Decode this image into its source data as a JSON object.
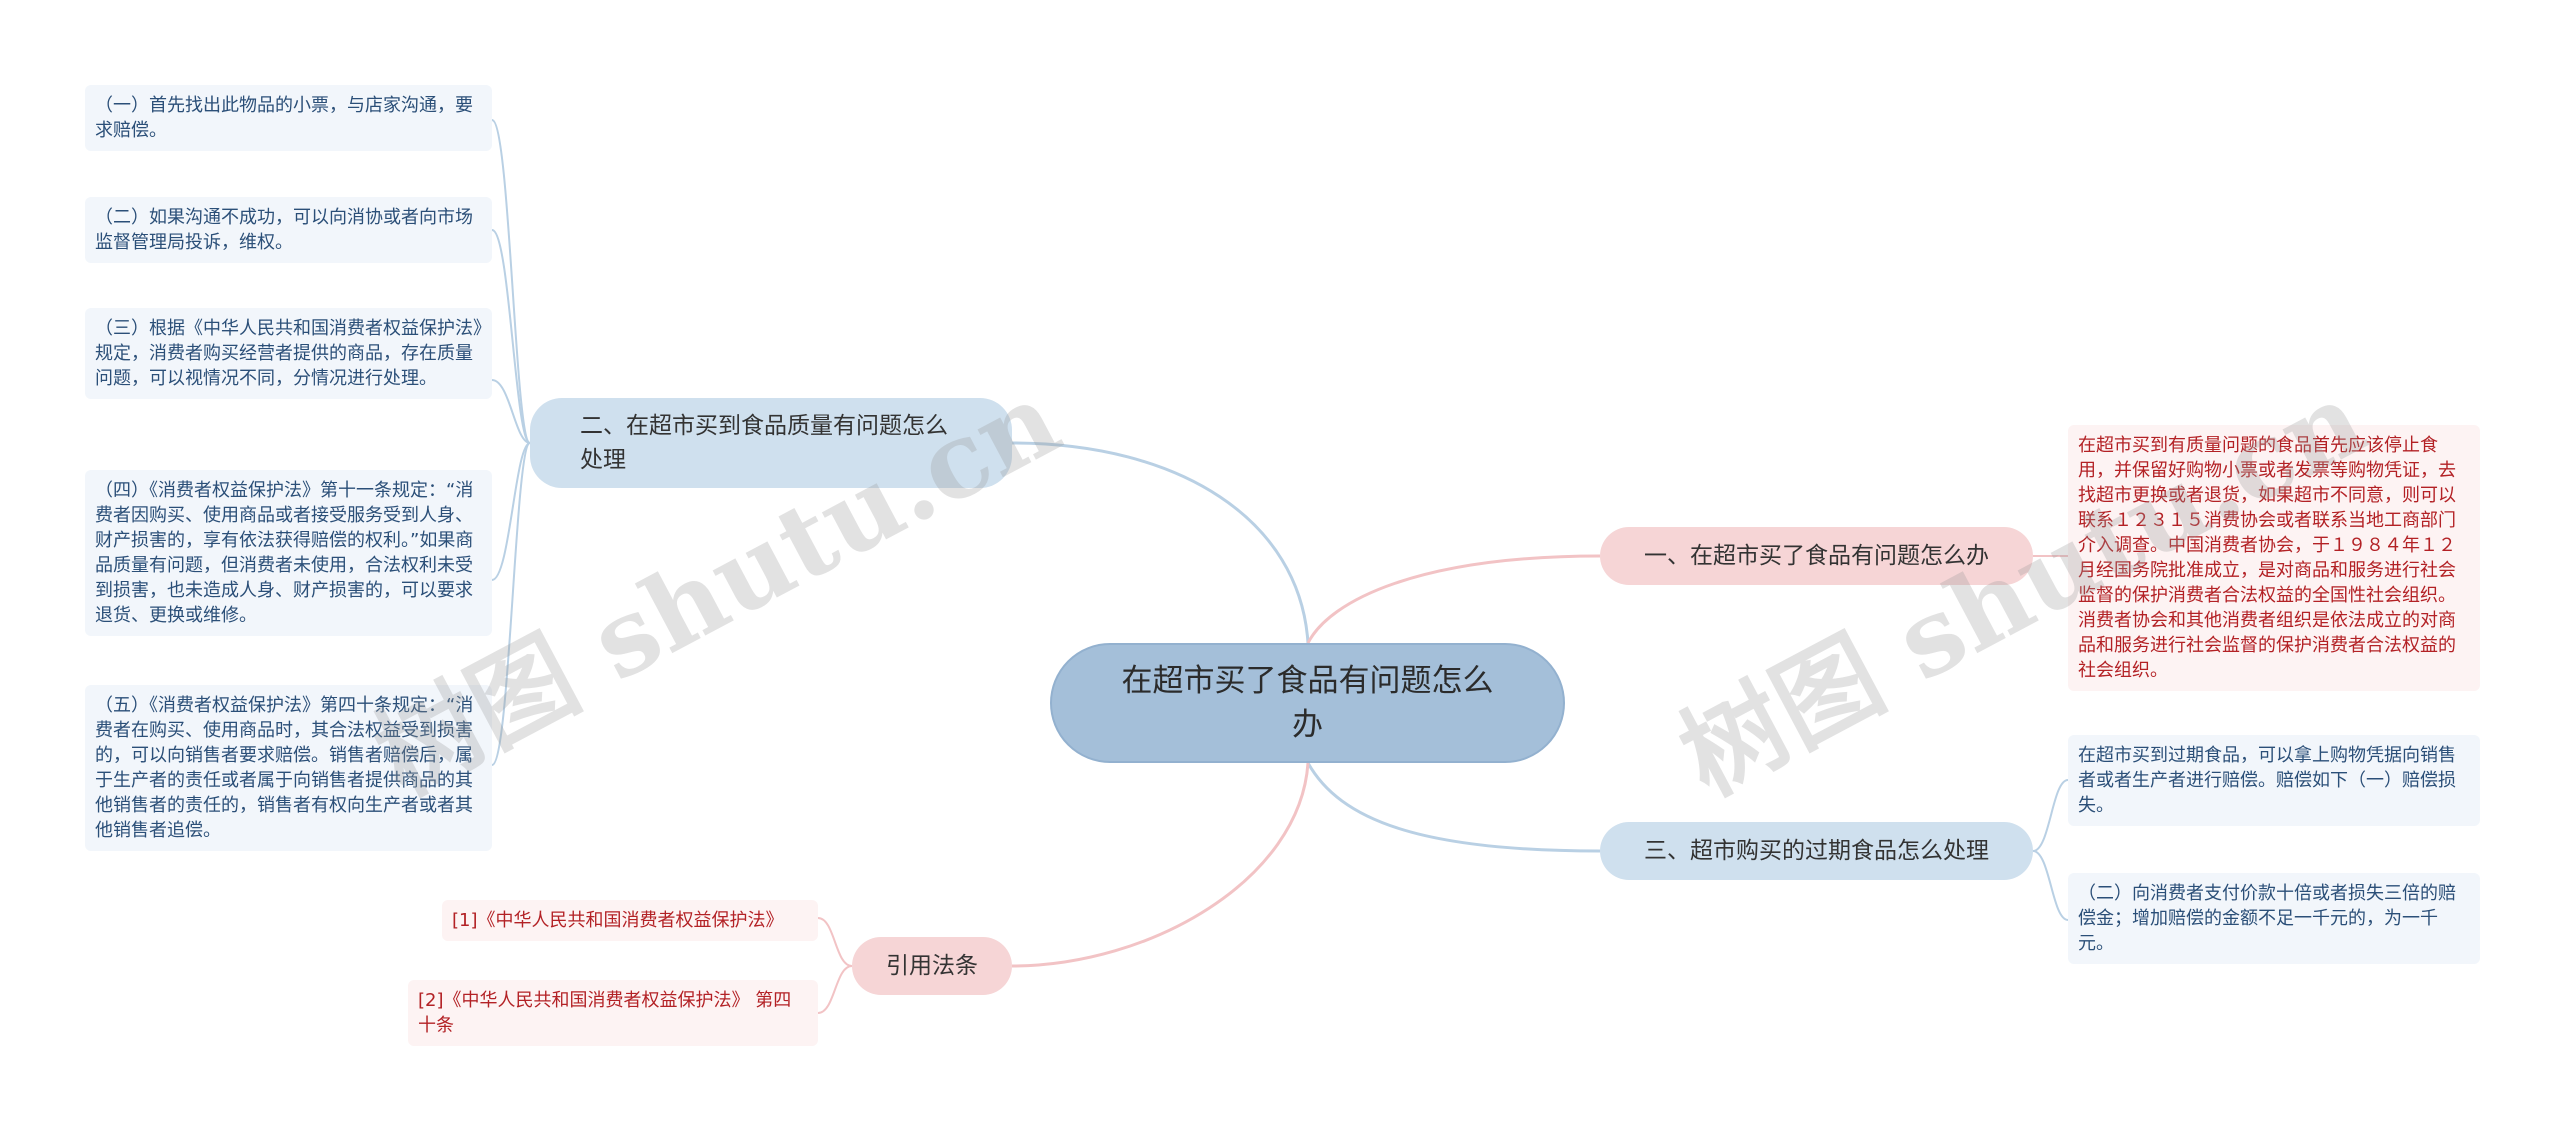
{
  "root": {
    "title": "在超市买了食品有问题怎么办"
  },
  "branches": {
    "quality": {
      "title": "二、在超市买到食品质量有问题怎么处理",
      "items": [
        "（一）首先找出此物品的小票，与店家沟通，要求赔偿。",
        "（二）如果沟通不成功，可以向消协或者向市场监督管理局投诉，维权。",
        "（三）根据《中华人民共和国消费者权益保护法》规定，消费者购买经营者提供的商品，存在质量问题，可以视情况不同，分情况进行处理。",
        "（四）《消费者权益保护法》第十一条规定：“消费者因购买、使用商品或者接受服务受到人身、财产损害的，享有依法获得赔偿的权利。”如果商品质量有问题，但消费者未使用，合法权利未受到损害，也未造成人身、财产损害的，可以要求退货、更换或维修。",
        "（五）《消费者权益保护法》第四十条规定：“消费者在购买、使用商品时，其合法权益受到损害的，可以向销售者要求赔偿。销售者赔偿后，属于生产者的责任或者属于向销售者提供商品的其他销售者的责任的，销售者有权向生产者或者其他销售者追偿。"
      ]
    },
    "what_to_do": {
      "title": "一、在超市买了食品有问题怎么办",
      "items": [
        "在超市买到有质量问题的食品首先应该停止食用，并保留好购物小票或者发票等购物凭证，去找超市更换或者退货，如果超市不同意，则可以联系１２３１５消费协会或者联系当地工商部门介入调查。中国消费者协会，于１９８４年１２月经国务院批准成立，是对商品和服务进行社会监督的保护消费者合法权益的全国性社会组织。消费者协会和其他消费者组织是依法成立的对商品和服务进行社会监督的保护消费者合法权益的社会组织。"
      ]
    },
    "expired": {
      "title": "三、超市购买的过期食品怎么处理",
      "items": [
        "在超市买到过期食品，可以拿上购物凭据向销售者或者生产者进行赔偿。赔偿如下（一）赔偿损失。",
        "（二）向消费者支付价款十倍或者损失三倍的赔偿金；增加赔偿的金额不足一千元的，为一千元。"
      ]
    },
    "citations": {
      "title": "引用法条",
      "items": [
        "[1]《中华人民共和国消费者权益保护法》",
        "[2]《中华人民共和国消费者权益保护法》 第四十条"
      ]
    }
  },
  "watermarks": [
    "树图 shutu.cn",
    "树图 shutu.cn"
  ],
  "colors": {
    "root_fill": "#a4bfd9",
    "blue_branch": "#cfe0ee",
    "pink_branch": "#f6d5d6",
    "blue_link": "#b9d0e4",
    "pink_link": "#f2c3c5"
  }
}
